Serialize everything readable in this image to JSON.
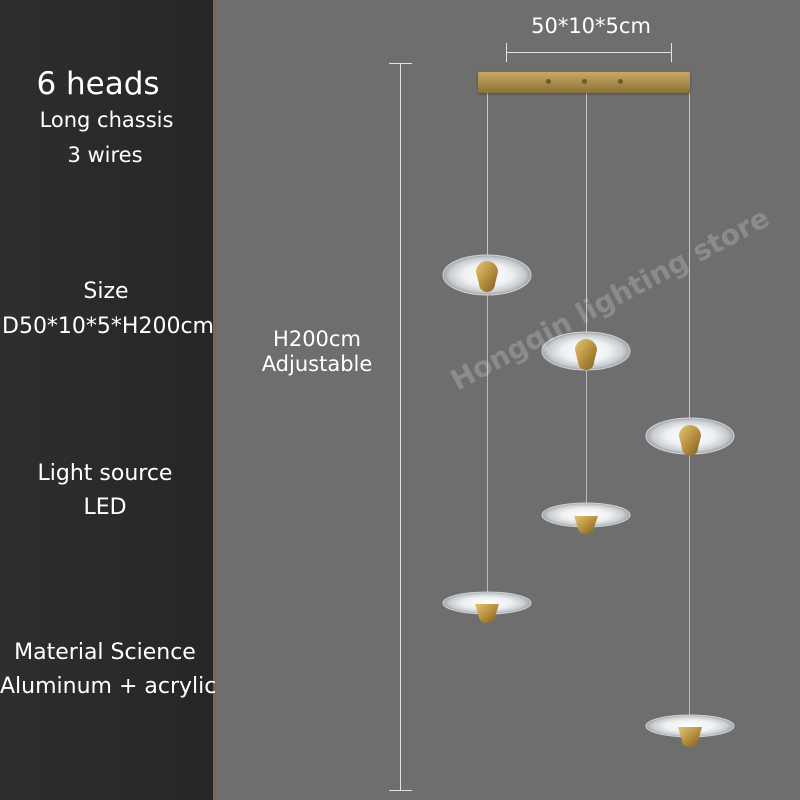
{
  "heads_title": "6 heads",
  "chassis": "Long chassis",
  "wires": "3 wires",
  "size_label": "Size",
  "size_value": "D50*10*5*H200cm",
  "light_label": "Light source",
  "light_value": "LED",
  "material_label": "Material Science",
  "material_value": "Aluminum + acrylic",
  "canopy_dim": "50*10*5cm",
  "height_dim": "H200cm",
  "height_note": "Adjustable",
  "watermark": "Hongqin lighting store",
  "colors": {
    "sidebar": "#2a2a2a",
    "background": "#6e6e6e",
    "brass": "#b89a55"
  }
}
